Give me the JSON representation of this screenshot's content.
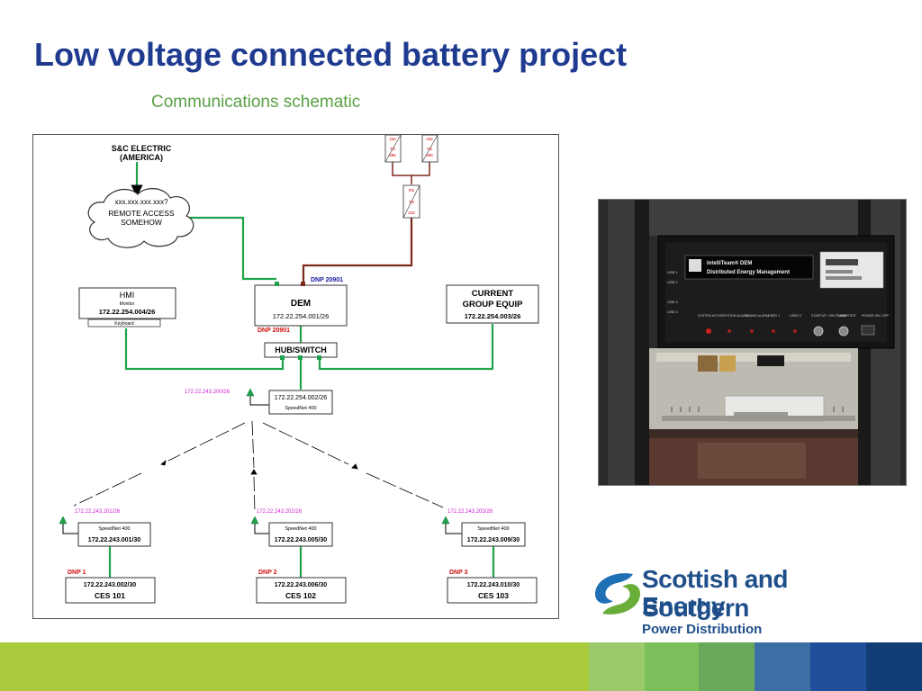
{
  "title": "Low voltage connected battery project",
  "subtitle": "Communications schematic",
  "schematic": {
    "sc_electric": [
      "S&C ELECTRIC",
      "(AMERICA)"
    ],
    "cloud": [
      "xxx.xxx.xxx.xxx?",
      "REMOTE ACCESS",
      "SOMEHOW"
    ],
    "converters": {
      "left": [
        "232",
        "TO",
        "485"
      ],
      "right": [
        "232",
        "TO",
        "485"
      ],
      "lower": [
        "RS",
        "TO",
        "232"
      ]
    },
    "dnp_top": "DNP 20901",
    "dem": {
      "name": "DEM",
      "ip": "172.22.254.001/26"
    },
    "dnp_mid": "DNP 20901",
    "hmi": {
      "name": "HMI",
      "sub": "Monitor",
      "ip": "172.22.254.004/26",
      "keyboard": "Keyboard"
    },
    "current_group": {
      "name": [
        "CURRENT",
        "GROUP EQUIP"
      ],
      "ip": "172.22.254.003/26"
    },
    "hub": "HUB/SWITCH",
    "master_radio": {
      "ip": "172.22.254.002/26",
      "model": "SpeedNet 400",
      "radio_ip": "172.22.243.200/26"
    },
    "sites": [
      {
        "radio_ip": "172.22.243.201/26",
        "model": "SpeedNet 400",
        "ip": "172.22.243.001/30",
        "dnp": "DNP 1",
        "ces_ip": "172.22.243.002/30",
        "ces": "CES 101"
      },
      {
        "radio_ip": "172.22.243.202/26",
        "model": "SpeedNet 400",
        "ip": "172.22.243.005/30",
        "dnp": "DNP 2",
        "ces_ip": "172.22.243.006/30",
        "ces": "CES 102"
      },
      {
        "radio_ip": "172.22.243.203/26",
        "model": "SpeedNet 400",
        "ip": "172.22.243.009/30",
        "dnp": "DNP 3",
        "ces_ip": "172.22.243.010/30",
        "ces": "CES 103"
      }
    ]
  },
  "photo": {
    "panel_title": [
      "IntelliTeam® DEM",
      "Distributed Energy Management"
    ],
    "panel_leds": [
      "SYSTEM ACTIVE",
      "SYSTEM ALARM",
      "COMMS ALARM",
      "USER 1",
      "USER 2",
      "STARTUP / SHUTDOWN",
      "LAMP TEST",
      "POWER ON / OFF"
    ],
    "usb_labels": [
      "USB 1",
      "USB 2",
      "USB 3",
      "USB 4"
    ]
  },
  "logo": {
    "line1": "Scottish and Southern",
    "line2": "Energy",
    "line3": "Power Distribution"
  },
  "colors": {
    "title": "#1f3b8f",
    "subtitle": "#5aa145",
    "line_green": "#1fa34a",
    "line_brown": "#7a2a1a",
    "dnp_red": "#d01010",
    "dnp_blue": "#1a1aa0",
    "radio_magenta": "#d020d0",
    "footer": [
      "#a9cb3c",
      "#9cca6a",
      "#7dbf5a",
      "#6aa85a",
      "#3c6fa5",
      "#1f4f9a",
      "#123c75"
    ]
  }
}
